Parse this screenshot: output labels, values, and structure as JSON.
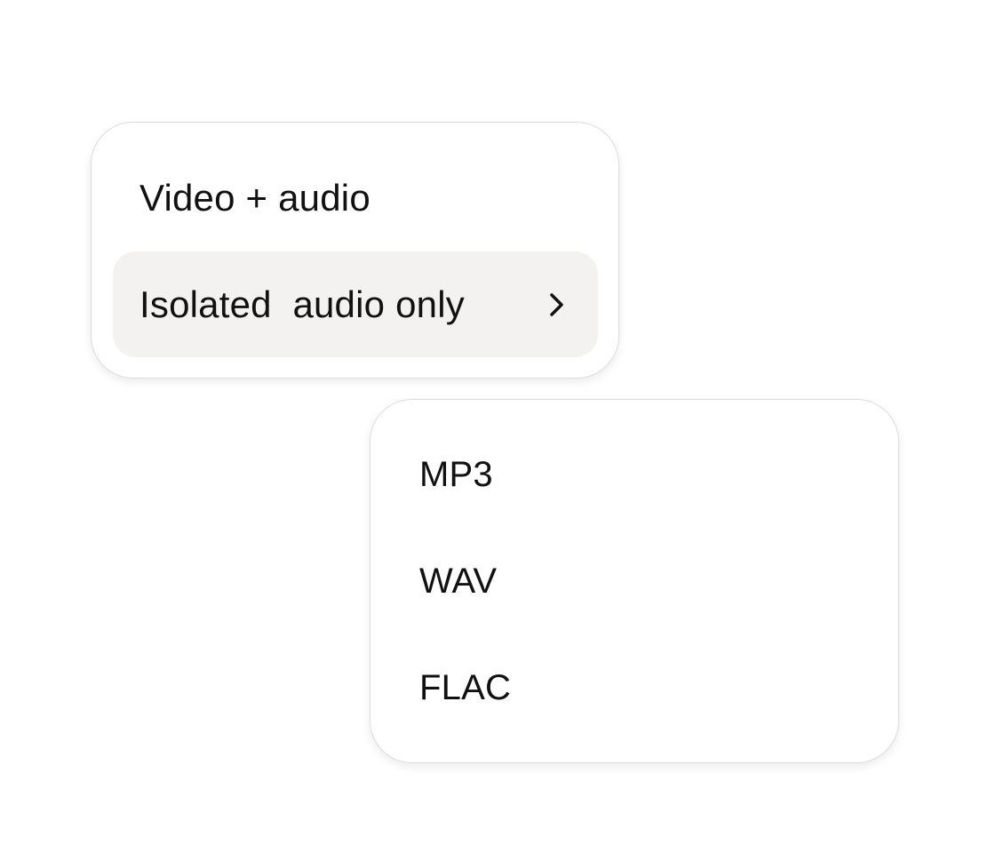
{
  "primary_menu": {
    "items": [
      {
        "label": "Video + audio"
      },
      {
        "label": "Isolated  audio only",
        "icon": "chevron-right-icon"
      }
    ]
  },
  "secondary_menu": {
    "items": [
      {
        "label": "MP3"
      },
      {
        "label": "WAV"
      },
      {
        "label": "FLAC"
      }
    ]
  },
  "colors": {
    "highlight_background": "#f3f2f1",
    "menu_border": "#dcdcdc",
    "text": "#111111"
  }
}
